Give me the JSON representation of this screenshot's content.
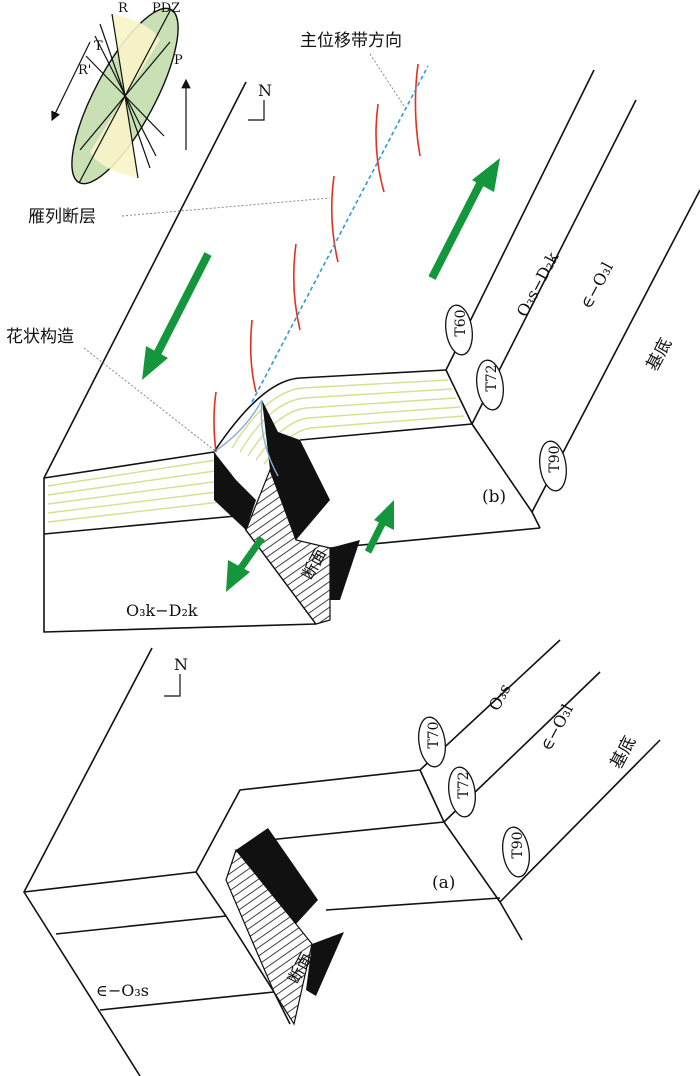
{
  "top_panel": {
    "panel_label": "(b)",
    "north": "N",
    "ellipse": {
      "labels": {
        "r": "R",
        "pdz": "PDZ",
        "t": "T",
        "p": "P",
        "r_prime": "R'"
      },
      "colors": {
        "green": "#c8e0b4",
        "yellow": "#f8f4c8"
      }
    },
    "annotations": {
      "pdz_direction": "主位移带方向",
      "echelon_faults": "雁列断层",
      "flower_structure": "花状构造",
      "fault_plane": "断面"
    },
    "horizons": {
      "t60": "T60",
      "t72": "T72",
      "t90": "T90"
    },
    "units": {
      "upper": "O₃s−D₂k",
      "middle": "∈−O₃l",
      "basement": "基底",
      "front": "O₃k−D₂k"
    }
  },
  "bottom_panel": {
    "panel_label": "(a)",
    "north": "N",
    "annotations": {
      "fault_plane": "断面"
    },
    "horizons": {
      "t70": "T70",
      "t72": "T72",
      "t90": "T90"
    },
    "units": {
      "upper": "O₃s",
      "middle": "∈−O₃l",
      "basement": "基底",
      "front": "∈−O₃s"
    }
  },
  "colors": {
    "arrow": "#14963c",
    "echelon_fault": "#e0301e",
    "pdz_line": "#2a9bd8",
    "strata": "#d4e08f"
  }
}
